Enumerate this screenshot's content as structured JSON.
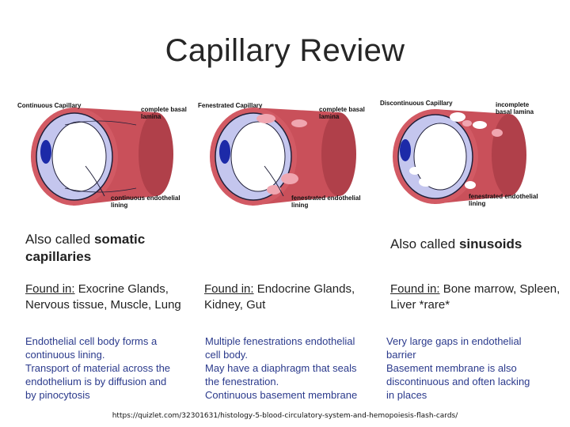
{
  "title": "Capillary Review",
  "diagrams": [
    {
      "name": "Continuous Capillary",
      "label_top": "complete basal lamina",
      "label_bottom": "continuous endothelial lining"
    },
    {
      "name": "Fenestrated Capillary",
      "label_top": "complete basal lamina",
      "label_bottom": "fenestrated endothelial lining"
    },
    {
      "name": "Discontinuous Capillary",
      "label_top": "incomplete basal lamina",
      "label_bottom": "fenestrated endothelial lining"
    }
  ],
  "columns": [
    {
      "also_prefix": "Also called ",
      "also_term": "somatic capillaries",
      "found_label": "Found in:",
      "found_text": " Exocrine Glands, Nervous tissue, Muscle, Lung",
      "desc_lines": [
        "Endothelial cell body forms a",
        "continuous lining.",
        "Transport of material across the",
        "endothelium is by diffusion and",
        "by pinocytosis"
      ]
    },
    {
      "also_prefix": "",
      "also_term": "",
      "found_label": "Found in:",
      "found_text": " Endocrine Glands, Kidney, Gut",
      "desc_lines": [
        "Multiple fenestrations endothelial",
        "cell body.",
        "May have a diaphragm that seals",
        "the fenestration.",
        "Continuous basement membrane"
      ]
    },
    {
      "also_prefix": "Also called ",
      "also_term": "sinusoids",
      "found_label": "Found in:",
      "found_text": " Bone marrow, Spleen, Liver *rare*",
      "desc_lines": [
        "Very large gaps in endothelial",
        "barrier",
        "Basement membrane is also",
        "discontinuous and often lacking",
        "in places"
      ]
    }
  ],
  "source": "https://quizlet.com/32301631/histology-5-blood-circulatory-system-and-hemopoiesis-flash-cards/",
  "colors": {
    "basal_lamina": "#c9505a",
    "lumen": "#c4c6ee",
    "nucleus": "#1c2aa8",
    "fenestration": "#f0a6b0",
    "description_text": "#2b3a8c"
  }
}
